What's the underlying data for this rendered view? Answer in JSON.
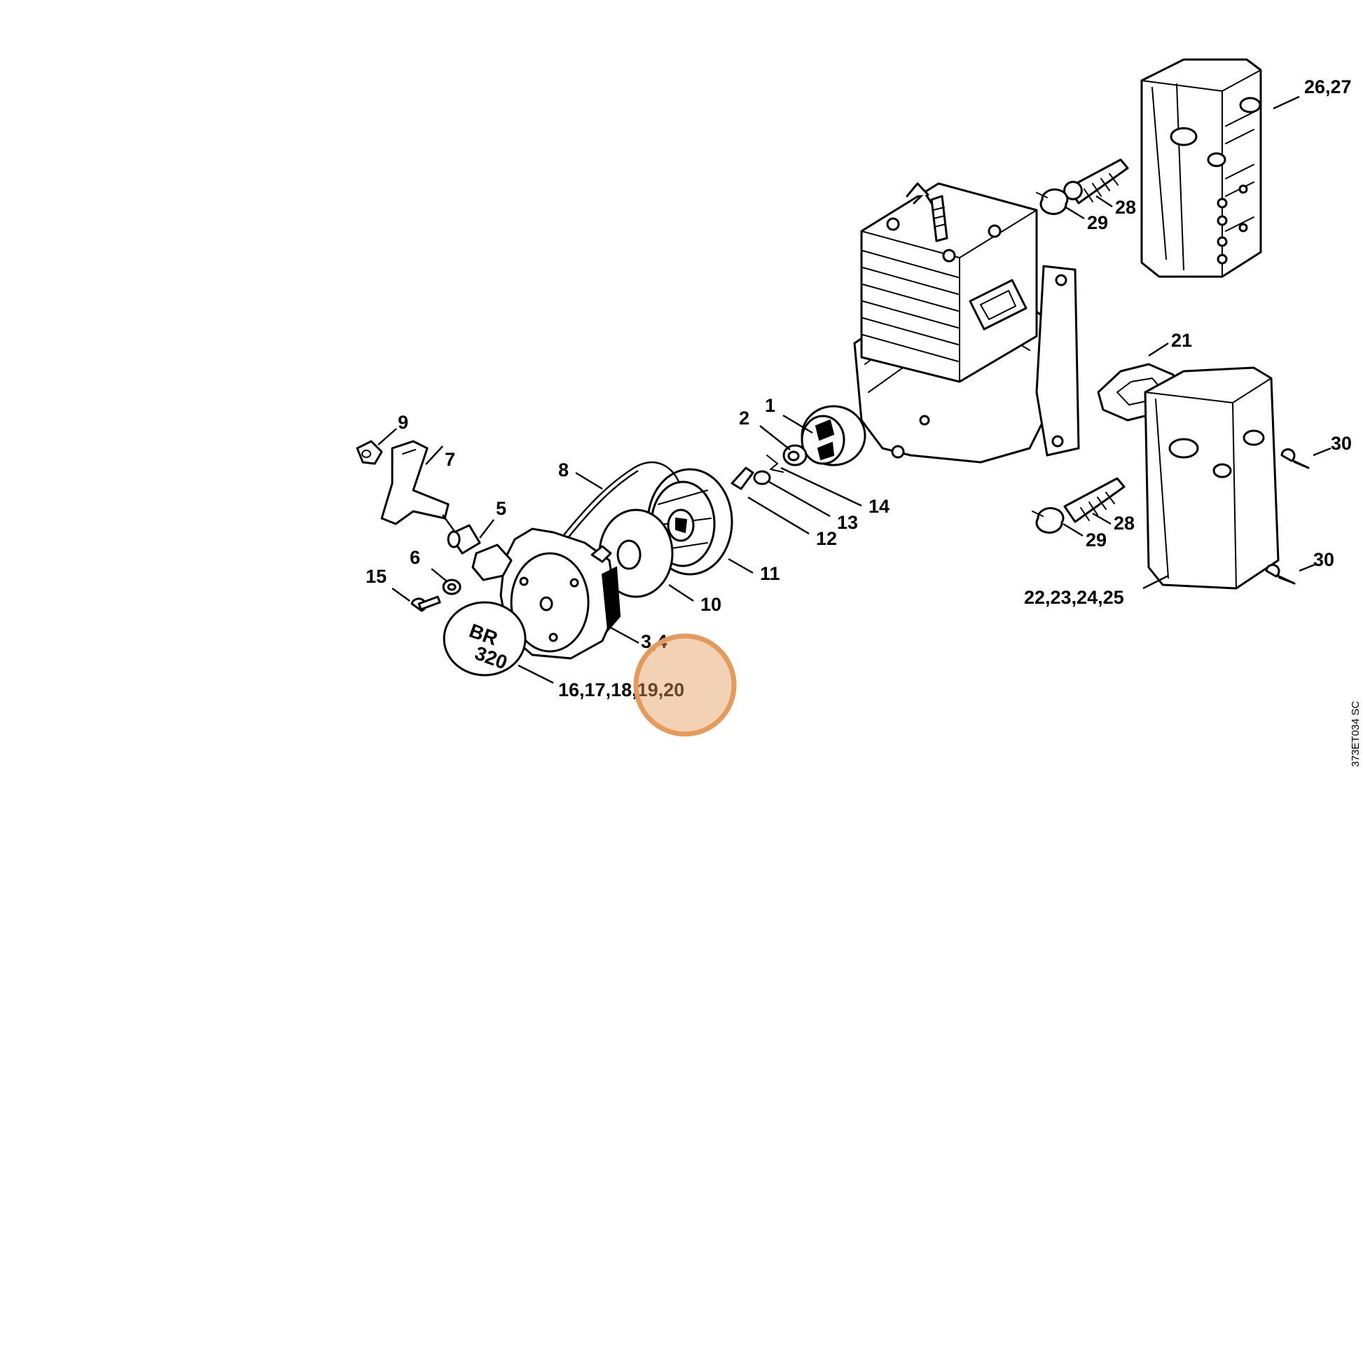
{
  "callouts": {
    "c1": "1",
    "c2": "2",
    "c3_4": "3,4",
    "c5": "5",
    "c6": "6",
    "c7": "7",
    "c8": "8",
    "c9": "9",
    "c10": "10",
    "c11": "11",
    "c12": "12",
    "c13": "13",
    "c14": "14",
    "c15": "15",
    "c16_20": "16,17,18,19,20",
    "c21": "21",
    "c22_25": "22,23,24,25",
    "c26_27": "26,27",
    "c28a": "28",
    "c28b": "28",
    "c29a": "29",
    "c29b": "29",
    "c30a": "30",
    "c30b": "30"
  },
  "badge_text": "BR 320",
  "drawing_number": "373ET034 SC",
  "highlight": {
    "label": "19,20",
    "color": "#e59a5a"
  }
}
